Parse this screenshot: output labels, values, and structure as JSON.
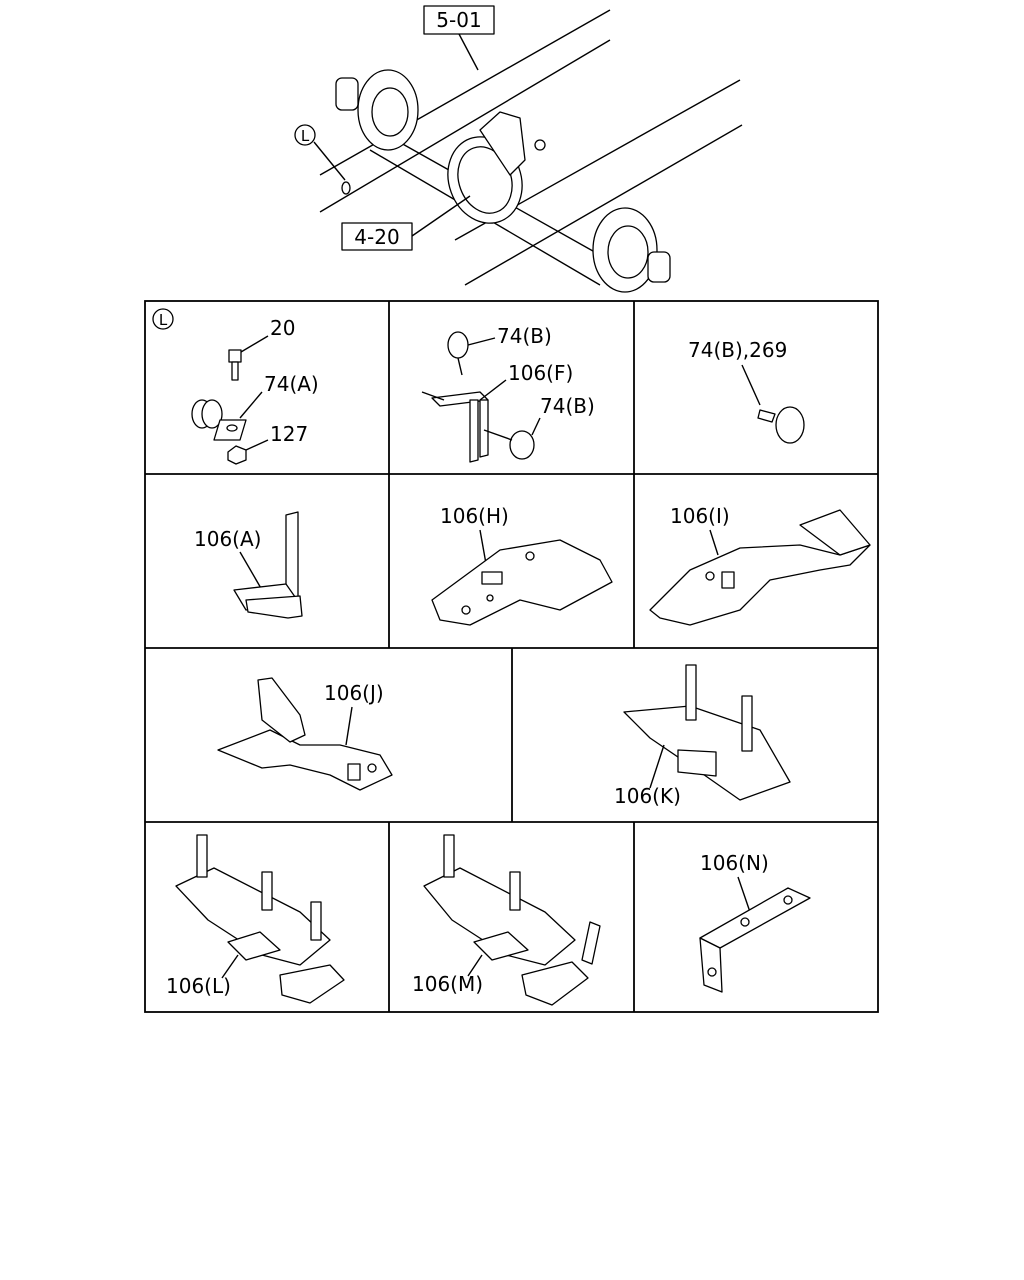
{
  "overview": {
    "ref_top": "5-01",
    "ref_bottom": "4-20",
    "marker": "L"
  },
  "cells": {
    "c1": {
      "marker": "L",
      "a": "20",
      "b": "74(A)",
      "c": "127"
    },
    "c2": {
      "a": "74(B)",
      "b": "106(F)",
      "c": "74(B)"
    },
    "c3": {
      "a": "74(B),269"
    },
    "c4": {
      "a": "106(A)"
    },
    "c5": {
      "a": "106(H)"
    },
    "c6": {
      "a": "106(I)"
    },
    "c7": {
      "a": "106(J)"
    },
    "c8": {
      "a": "106(K)"
    },
    "c9": {
      "a": "106(L)"
    },
    "c10": {
      "a": "106(M)"
    },
    "c11": {
      "a": "106(N)"
    }
  }
}
